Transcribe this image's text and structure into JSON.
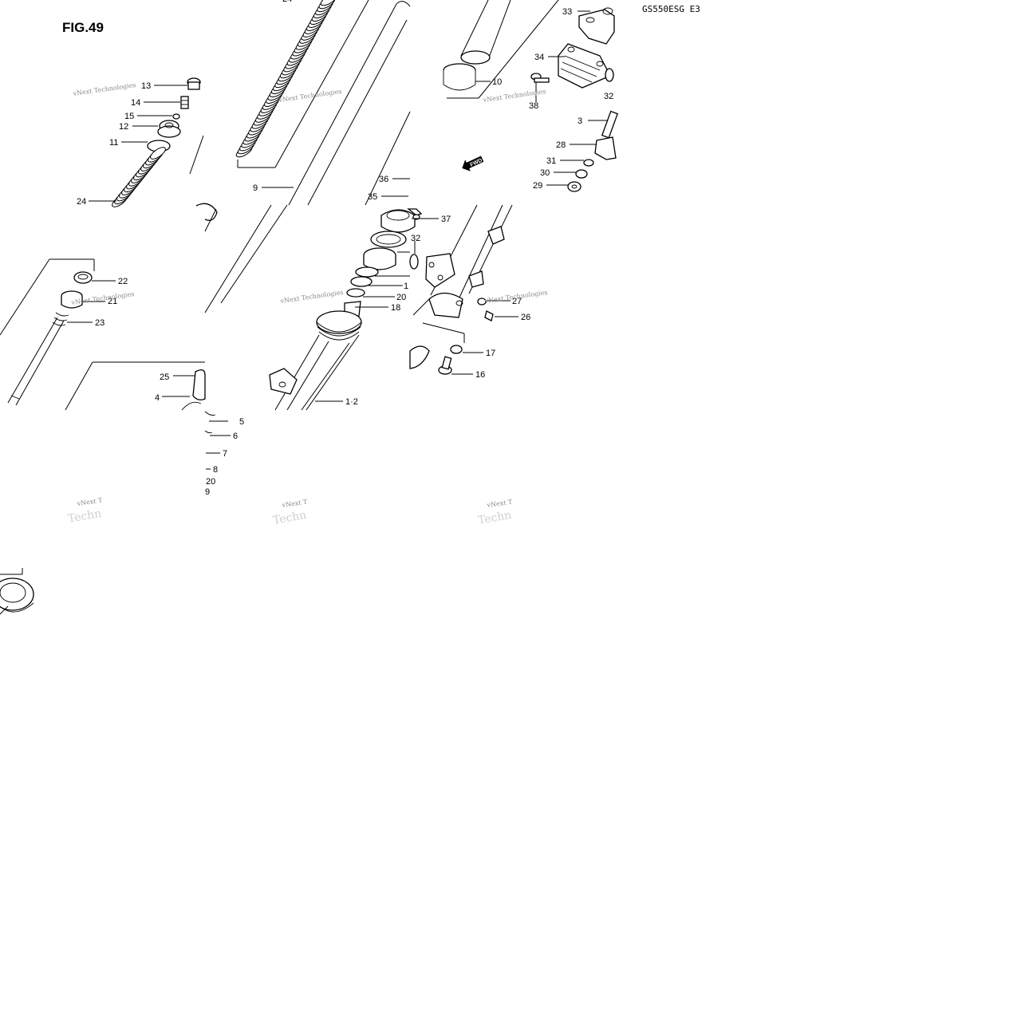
{
  "figure": {
    "title": "FIG.49",
    "model_code": "GS550ESG E3"
  },
  "watermark": {
    "line1": "vNext Technologies",
    "line1_short": "vNext T",
    "line2": "Techn"
  },
  "fwd_label": "FWD",
  "callouts": {
    "c13": "13",
    "c14": "14",
    "c15": "15",
    "c12": "12",
    "c11": "11",
    "c24": "24",
    "c9": "9",
    "c10": "10",
    "c33": "33",
    "c34": "34",
    "c38": "38",
    "c32a": "32",
    "c3": "3",
    "c28": "28",
    "c31": "31",
    "c30": "30",
    "c29": "29",
    "c36": "36",
    "c35": "35",
    "c37": "37",
    "c32b": "32",
    "c1": "1",
    "c20a": "20",
    "c18": "18",
    "c27": "27",
    "c26": "26",
    "c22": "22",
    "c21": "21",
    "c23": "23",
    "c17": "17",
    "c16": "16",
    "c25": "25",
    "c4": "4",
    "c12b": "1·2",
    "c5": "5",
    "c6": "6",
    "c7": "7",
    "c8": "8",
    "c20b": "20",
    "c9b": "9"
  }
}
